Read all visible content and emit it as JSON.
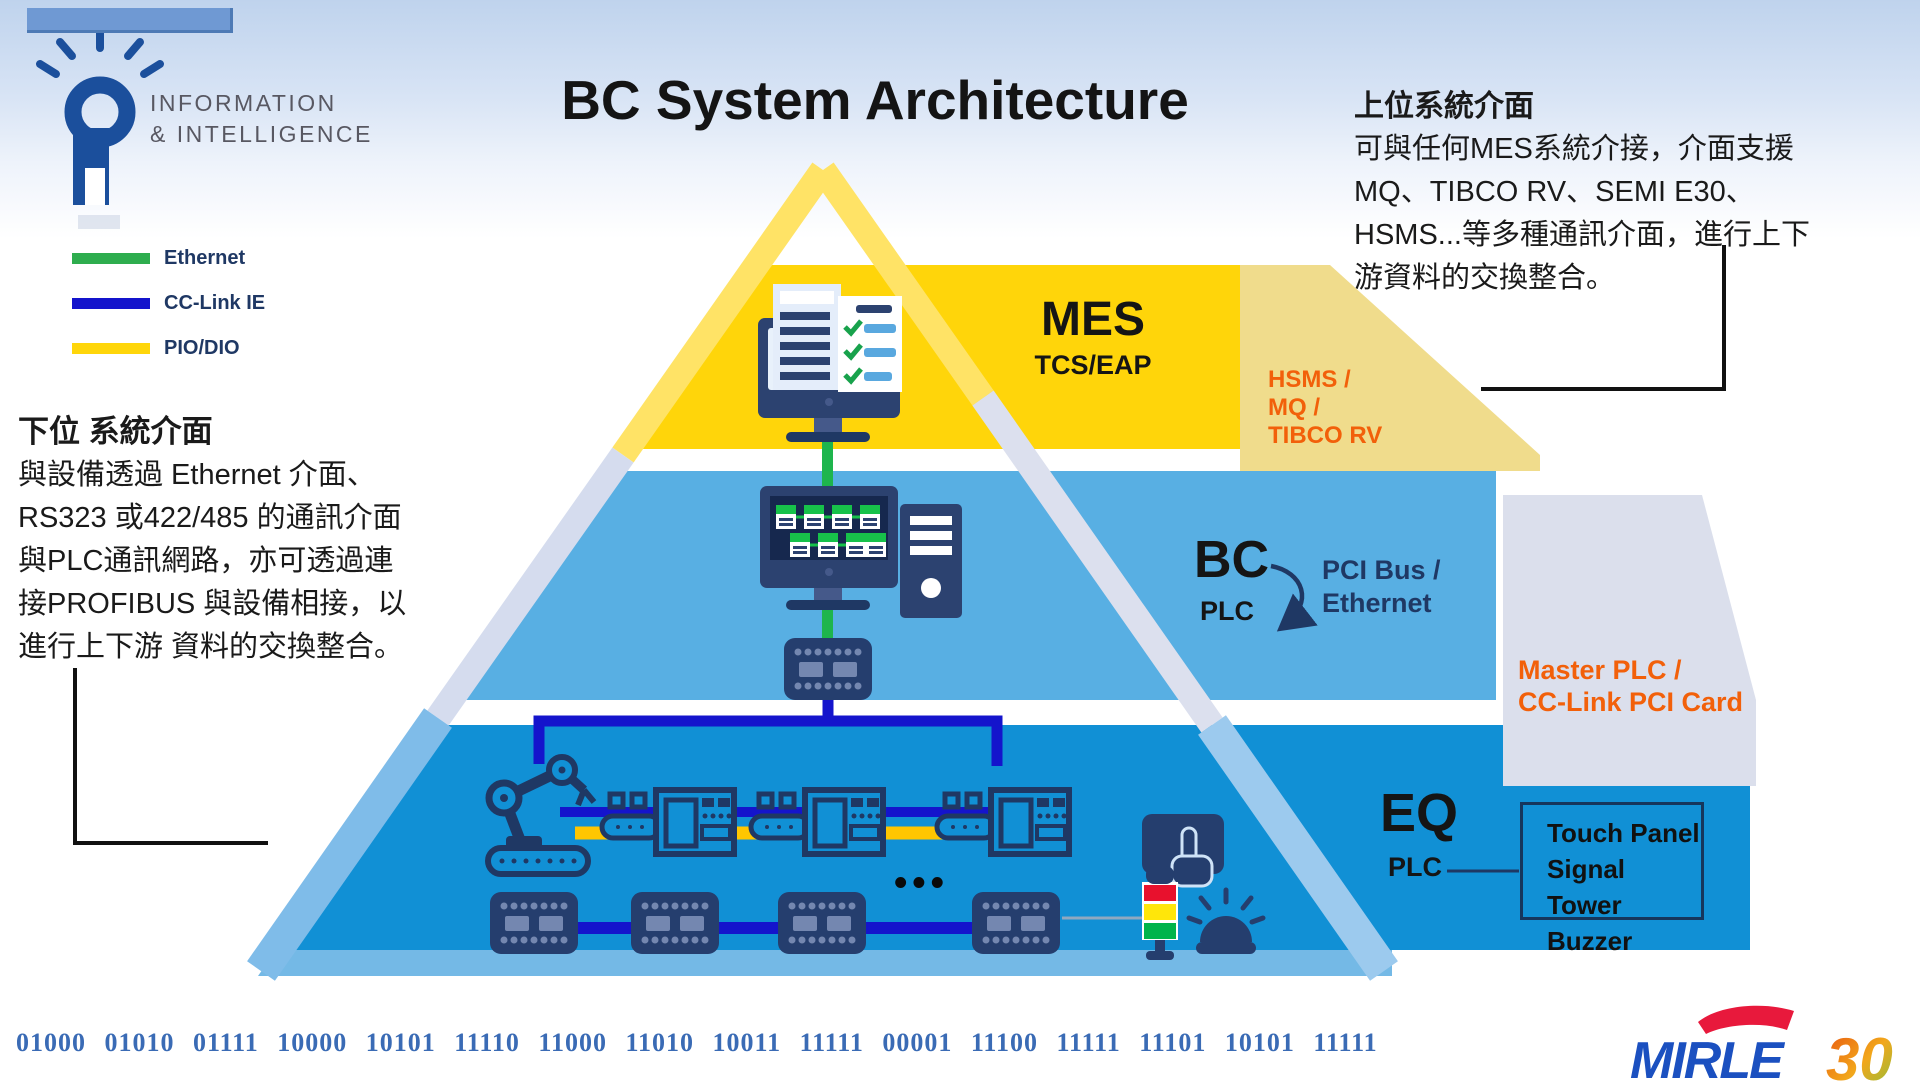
{
  "slide": {
    "title": "BC System Architecture"
  },
  "logo": {
    "line1": "INFORMATION",
    "line2": "& INTELLIGENCE"
  },
  "legend": {
    "items": [
      {
        "label": "Ethernet",
        "color": "#2ead4e"
      },
      {
        "label": "CC-Link IE",
        "color": "#1414cc"
      },
      {
        "label": "PIO/DIO",
        "color": "#ffd60a"
      }
    ]
  },
  "upper_note": {
    "title": "上位系統介面",
    "lines": [
      "可與任何MES系統介接，介面支援",
      "MQ、TIBCO RV、SEMI E30、",
      "HSMS...等多種通訊介面，進行上下",
      "游資料的交換整合。"
    ]
  },
  "lower_note": {
    "title": "下位 系統介面",
    "lines": [
      "與設備透過 Ethernet 介面、",
      "RS323 或422/485 的通訊介面",
      "與PLC通訊網路，亦可透過連",
      "接PROFIBUS 與設備相接，以",
      "進行上下游 資料的交換整合。"
    ]
  },
  "mes": {
    "label": "MES",
    "sublabel": "TCS/EAP"
  },
  "bc": {
    "label": "BC",
    "sublabel": "PLC",
    "bus_lines": [
      "PCI Bus /",
      "Ethernet"
    ]
  },
  "eq": {
    "label": "EQ",
    "sublabel": "PLC",
    "device_box_lines": [
      "Touch Panel",
      "Signal Tower",
      "Buzzer"
    ]
  },
  "interfaces": {
    "mes_lines": [
      "HSMS /",
      "MQ /",
      "TIBCO RV"
    ],
    "eq_lines": [
      "Master PLC /",
      "CC-Link PCI Card"
    ]
  },
  "ellipsis": "•••",
  "footer": {
    "binary": "01000 01010 01111 10000 10101 11110 11000 11010 10011 11111 00001 11100 11111 11101 10101 11111",
    "brand": "MIRLE",
    "brand_number": "30"
  },
  "colors": {
    "mes_yellow": "#ffd50a",
    "mes_edge": "#ffe366",
    "hsms_khaki": "#f0dc8c",
    "bc_blue": "#58afe3",
    "eq_blue": "#1190d5",
    "base_strip": "#74b9e6",
    "lavender": "#dbdfec",
    "accent_orange": "#f2600a",
    "navy": "#1f3864",
    "ethernet_green": "#1eb54d",
    "cclink_blue": "#1414cc",
    "pio_yellow": "#ffc600",
    "binary_blue": "#3a6bb5",
    "brand_blue": "#1b50c0",
    "brand_red": "#e8193c"
  }
}
